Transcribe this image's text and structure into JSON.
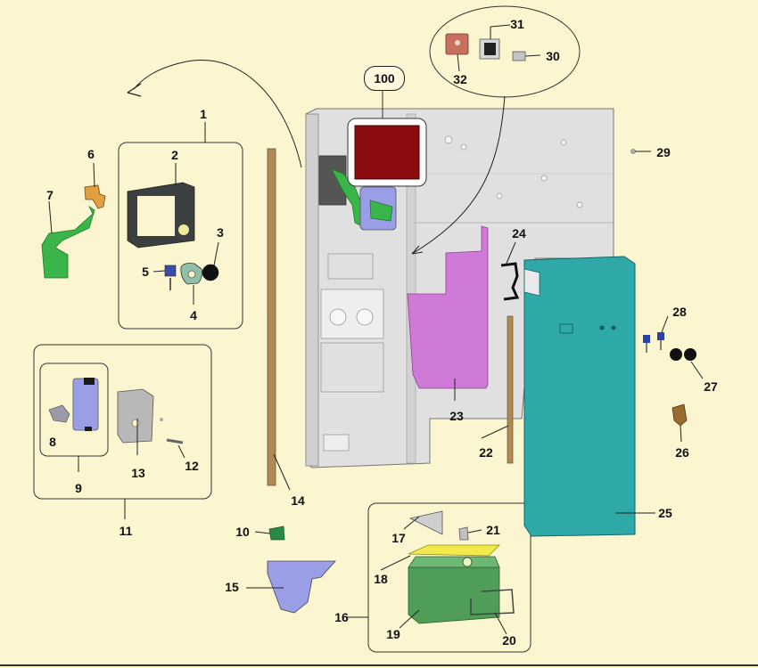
{
  "diagram": {
    "labels": {
      "p1": "1",
      "p2": "2",
      "p3": "3",
      "p4": "4",
      "p5": "5",
      "p6": "6",
      "p7": "7",
      "p8": "8",
      "p9": "9",
      "p10": "10",
      "p11": "11",
      "p12": "12",
      "p13": "13",
      "p14": "14",
      "p15": "15",
      "p16": "16",
      "p17": "17",
      "p18": "18",
      "p19": "19",
      "p20": "20",
      "p21": "21",
      "p22": "22",
      "p23": "23",
      "p24": "24",
      "p25": "25",
      "p26": "26",
      "p27": "27",
      "p28": "28",
      "p29": "29",
      "p30": "30",
      "p31": "31",
      "p32": "32",
      "p100": "100"
    },
    "colors": {
      "background": "#fbf5d0",
      "panel": "#e2e2e2",
      "green_part": "#39b54a",
      "teal_cover": "#2fa8a8",
      "magenta_plate": "#d07ad8",
      "dark_red_plate": "#8b0c10",
      "yellow_plate": "#f2ea4a",
      "lilac_part": "#9a9ee6",
      "wood_strip": "#b08a52"
    }
  }
}
